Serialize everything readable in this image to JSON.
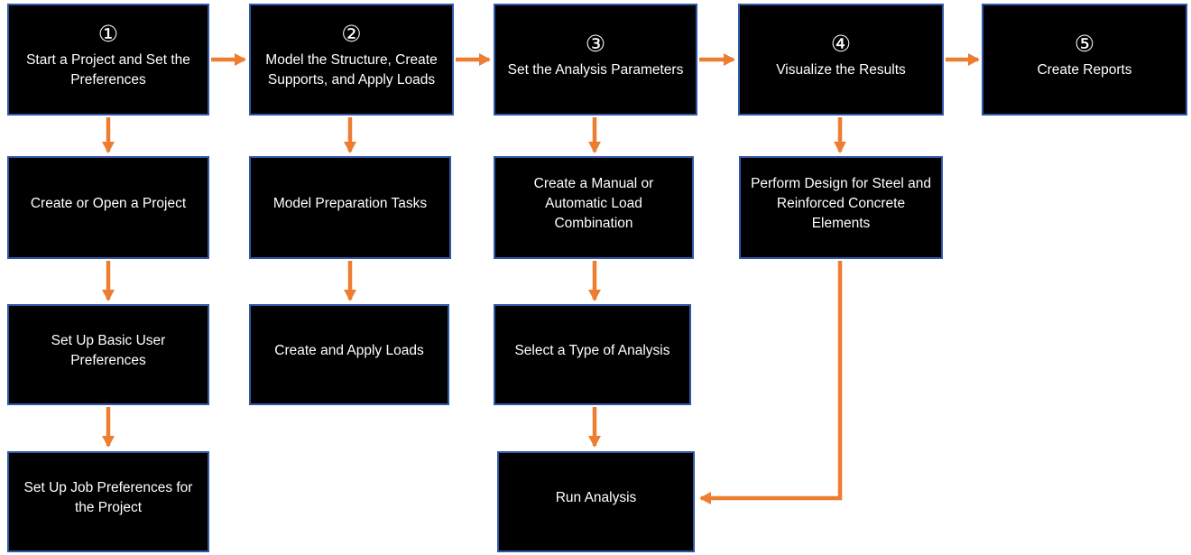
{
  "colors": {
    "background": "#FFFFFF",
    "box_fill": "#000000",
    "box_border": "#2E59A8",
    "box_text": "#FFFFFF",
    "arrow": "#ED7D31"
  },
  "nodes": [
    {
      "id": "step-1",
      "number": "①",
      "label": "Start a Project and Set the\nPreferences"
    },
    {
      "id": "step-2",
      "number": "②",
      "label": "Model the Structure, Create\nSupports, and Apply Loads"
    },
    {
      "id": "step-3",
      "number": "③",
      "label": "Set the Analysis Parameters"
    },
    {
      "id": "step-4",
      "number": "④",
      "label": "Visualize the Results"
    },
    {
      "id": "step-5",
      "number": "⑤",
      "label": "Create Reports"
    },
    {
      "id": "create-open-project",
      "label": "Create or Open a Project"
    },
    {
      "id": "model-preparation-tasks",
      "label": "Model Preparation Tasks"
    },
    {
      "id": "load-combination",
      "label": "Create a Manual or\nAutomatic Load\nCombination"
    },
    {
      "id": "perform-design",
      "label": "Perform Design for Steel and\nReinforced Concrete\nElements"
    },
    {
      "id": "basic-user-preferences",
      "label": "Set Up Basic User\nPreferences"
    },
    {
      "id": "create-apply-loads",
      "label": "Create and Apply Loads"
    },
    {
      "id": "select-analysis-type",
      "label": "Select a Type of Analysis"
    },
    {
      "id": "job-preferences",
      "label": "Set Up Job Preferences for\nthe Project"
    },
    {
      "id": "run-analysis",
      "label": "Run Analysis"
    }
  ],
  "connections": [
    {
      "from": "step-1",
      "to": "step-2"
    },
    {
      "from": "step-2",
      "to": "step-3"
    },
    {
      "from": "step-3",
      "to": "step-4"
    },
    {
      "from": "step-4",
      "to": "step-5"
    },
    {
      "from": "step-1",
      "to": "create-open-project"
    },
    {
      "from": "create-open-project",
      "to": "basic-user-preferences"
    },
    {
      "from": "basic-user-preferences",
      "to": "job-preferences"
    },
    {
      "from": "step-2",
      "to": "model-preparation-tasks"
    },
    {
      "from": "model-preparation-tasks",
      "to": "create-apply-loads"
    },
    {
      "from": "step-3",
      "to": "load-combination"
    },
    {
      "from": "load-combination",
      "to": "select-analysis-type"
    },
    {
      "from": "select-analysis-type",
      "to": "run-analysis"
    },
    {
      "from": "step-4",
      "to": "perform-design"
    },
    {
      "from": "perform-design",
      "to": "run-analysis"
    }
  ]
}
